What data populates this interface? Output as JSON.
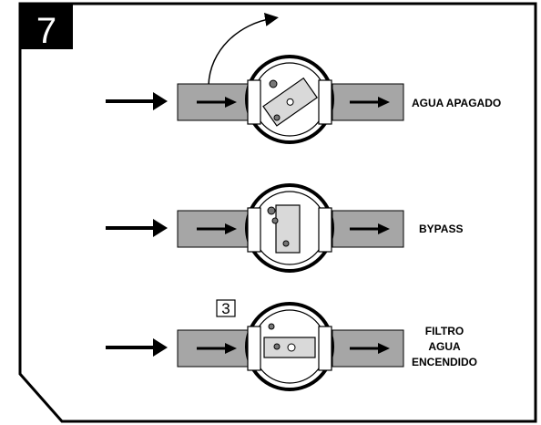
{
  "figure": {
    "step_number": "7",
    "sub_step": "3",
    "rows": [
      {
        "id": "off",
        "label_lines": [
          "AGUA APAGADO"
        ],
        "valve_state": "angled"
      },
      {
        "id": "bypass",
        "label_lines": [
          "BYPASS"
        ],
        "valve_state": "vertical"
      },
      {
        "id": "filter-on",
        "label_lines": [
          "FILTRO",
          "AGUA",
          "ENCENDIDO"
        ],
        "valve_state": "horizontal"
      }
    ],
    "colors": {
      "pipe_fill": "#a6a6a6",
      "frame": "#000000",
      "badge": "#000000"
    }
  }
}
